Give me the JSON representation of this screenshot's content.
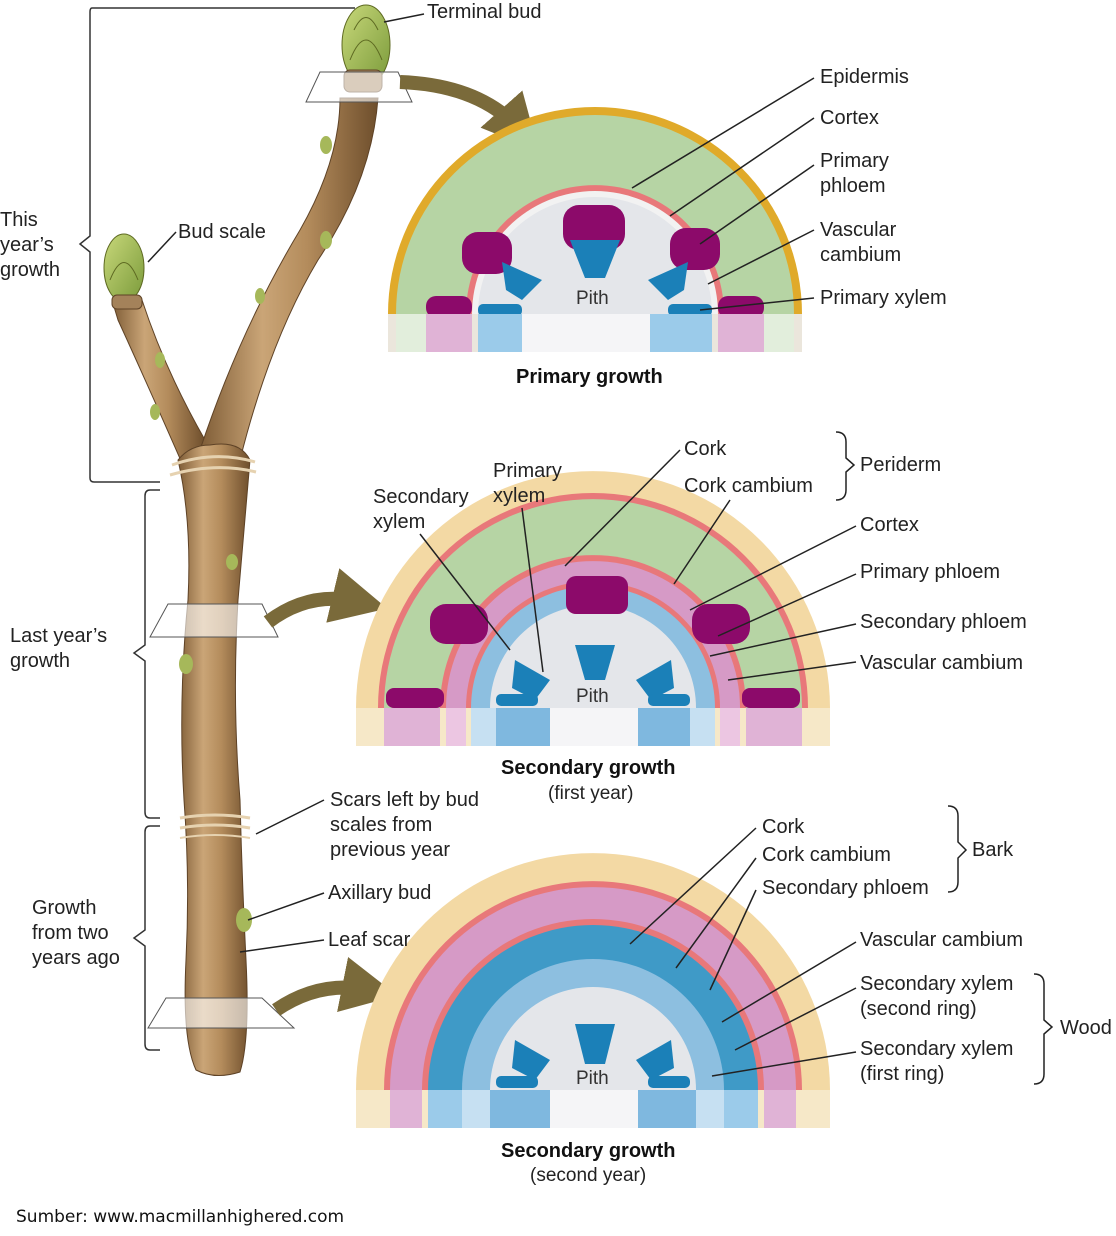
{
  "twig": {
    "terminal_bud": "Terminal bud",
    "bud_scale": "Bud scale",
    "this_years_growth": [
      "This",
      "year’s",
      "growth"
    ],
    "last_years_growth": [
      "Last year’s",
      "growth"
    ],
    "growth_two_years": [
      "Growth",
      "from two",
      "years ago"
    ],
    "scars": [
      "Scars left by bud",
      "scales from",
      "previous year"
    ],
    "axillary_bud": "Axillary bud",
    "leaf_scar": "Leaf scar"
  },
  "primary": {
    "title": "Primary growth",
    "pith": "Pith",
    "epidermis": "Epidermis",
    "cortex": "Cortex",
    "primary_phloem": [
      "Primary",
      "phloem"
    ],
    "vascular_cambium": [
      "Vascular",
      "cambium"
    ],
    "primary_xylem": "Primary xylem"
  },
  "secondary1": {
    "title": "Secondary growth",
    "subtitle": "(first year)",
    "pith": "Pith",
    "cork": "Cork",
    "cork_cambium": "Cork cambium",
    "periderm": "Periderm",
    "cortex": "Cortex",
    "primary_phloem": "Primary phloem",
    "secondary_phloem": "Secondary phloem",
    "vascular_cambium": "Vascular cambium",
    "secondary_xylem": [
      "Secondary",
      "xylem"
    ],
    "primary_xylem": [
      "Primary",
      "xylem"
    ]
  },
  "secondary2": {
    "title": "Secondary growth",
    "subtitle": "(second year)",
    "pith": "Pith",
    "cork": "Cork",
    "cork_cambium": "Cork cambium",
    "secondary_phloem": "Secondary phloem",
    "bark": "Bark",
    "vascular_cambium": "Vascular cambium",
    "secondary_xylem_second": [
      "Secondary xylem",
      "(second ring)"
    ],
    "secondary_xylem_first": [
      "Secondary xylem",
      "(first ring)"
    ],
    "wood": "Wood"
  },
  "source": "Sumber: www.macmillanhighered.com",
  "colors": {
    "cork": "#f3d9a4",
    "epidermis": "#e0aa2a",
    "cambium_red": "#e8787a",
    "cortex": "#b6d4a4",
    "phloem": "#8c0a6a",
    "secondary_phloem": "#d69ac6",
    "xylem": "#1b80b8",
    "secondary_xylem_light": "#8dbfe0",
    "secondary_xylem_dark": "#3f9ac7",
    "pith": "#e4e6ea",
    "bark": "#b08a5a",
    "arrow": "#7a6a3a"
  }
}
